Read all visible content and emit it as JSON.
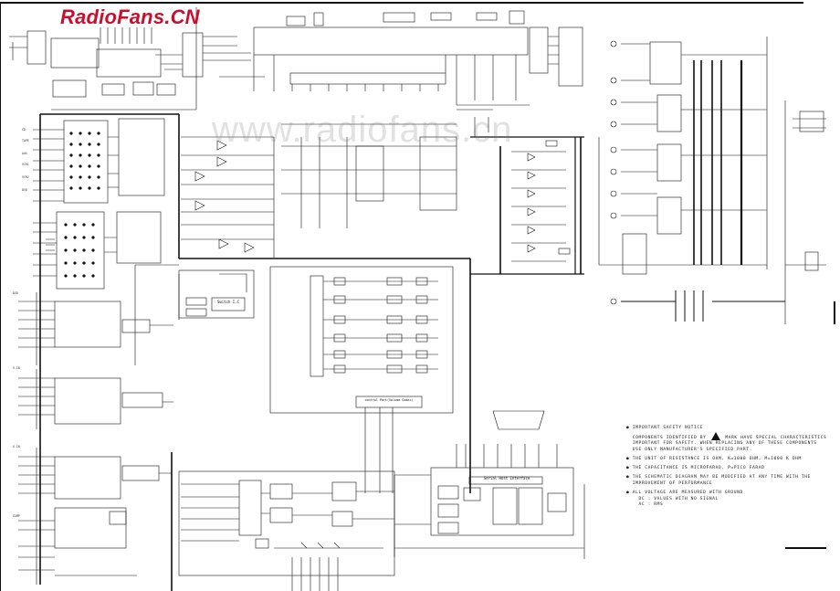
{
  "logo": "RadioFans.CN",
  "watermark": "www.radiofans.cn",
  "blocks": {
    "serial_host": "Serial Host Interface",
    "control_port": "control Port(Volume Codec)",
    "switch_ic": "Switch I.C"
  },
  "notes": [
    {
      "line1_a": "IMPORTANT SAFETY NOTICE",
      "line2_a": "COMPONENTS IDENTIFIED BY",
      "line2_b": "MARK HAVE SPECIAL CHARACTERISTICS",
      "line3": "IMPORTANT FOR SAFETY. WHEN REPLACING ANY OF THESE COMPONENTS",
      "line4": "USE ONLY MANUFACTURER'S SPECIFIED PART."
    },
    {
      "text": "THE UNIT OF RESISTANCE IS OHM, K=1000 OHM, M=1000 K OHM"
    },
    {
      "text": "THE CAPACITANCE IS MICROFARAD, P=PICO FARAD"
    },
    {
      "line1": "THE SCHEMATIC DIAGRAM MAY BE MODIFIED AT ANY TIME WITH THE",
      "line2": "IMPROVEMENT OF PERFORMANCE"
    },
    {
      "line1": "ALL VOLTAGE ARE MEASURED WITH GROUND",
      "line2": "DC : VALUES WITH NO SIGNAL",
      "line3": "AC : RMS"
    }
  ]
}
